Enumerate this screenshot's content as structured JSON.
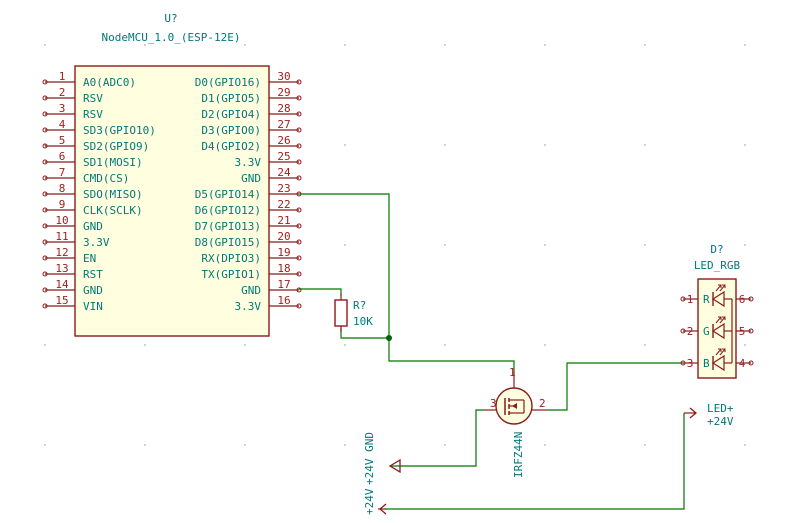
{
  "u1": {
    "ref": "U?",
    "value": "NodeMCU_1.0_(ESP-12E)",
    "left_pins": [
      {
        "num": "1",
        "name": "A0(ADC0)"
      },
      {
        "num": "2",
        "name": "RSV"
      },
      {
        "num": "3",
        "name": "RSV"
      },
      {
        "num": "4",
        "name": "SD3(GPIO10)"
      },
      {
        "num": "5",
        "name": "SD2(GPIO9)"
      },
      {
        "num": "6",
        "name": "SD1(MOSI)"
      },
      {
        "num": "7",
        "name": "CMD(CS)"
      },
      {
        "num": "8",
        "name": "SDO(MISO)"
      },
      {
        "num": "9",
        "name": "CLK(SCLK)"
      },
      {
        "num": "10",
        "name": "GND"
      },
      {
        "num": "11",
        "name": "3.3V"
      },
      {
        "num": "12",
        "name": "EN"
      },
      {
        "num": "13",
        "name": "RST"
      },
      {
        "num": "14",
        "name": "GND"
      },
      {
        "num": "15",
        "name": "VIN"
      }
    ],
    "right_pins": [
      {
        "num": "30",
        "name": "D0(GPIO16)"
      },
      {
        "num": "29",
        "name": "D1(GPIO5)"
      },
      {
        "num": "28",
        "name": "D2(GPIO4)"
      },
      {
        "num": "27",
        "name": "D3(GPIO0)"
      },
      {
        "num": "26",
        "name": "D4(GPIO2)"
      },
      {
        "num": "25",
        "name": "3.3V"
      },
      {
        "num": "24",
        "name": "GND"
      },
      {
        "num": "23",
        "name": "D5(GPIO14)"
      },
      {
        "num": "22",
        "name": "D6(GPIO12)"
      },
      {
        "num": "21",
        "name": "D7(GPIO13)"
      },
      {
        "num": "20",
        "name": "D8(GPIO15)"
      },
      {
        "num": "19",
        "name": "RX(DPIO3)"
      },
      {
        "num": "18",
        "name": "TX(GPIO1)"
      },
      {
        "num": "17",
        "name": "GND"
      },
      {
        "num": "16",
        "name": "3.3V"
      }
    ]
  },
  "resistor": {
    "ref": "R?",
    "value": "10K"
  },
  "led": {
    "ref": "D?",
    "value": "LED_RGB",
    "pins_left": [
      {
        "num": "1",
        "name": "R"
      },
      {
        "num": "2",
        "name": "G"
      },
      {
        "num": "3",
        "name": "B"
      }
    ],
    "pins_right": [
      "6",
      "5",
      "4"
    ]
  },
  "mosfet": {
    "value": "IRFZ44N",
    "pin1": "1",
    "pin2": "2",
    "pin3": "3"
  },
  "power": {
    "gnd_label": "+24V GND",
    "v24_label": "+24V",
    "ledplus_label": "LED+",
    "ledplus_sub": "+24V"
  },
  "colors": {
    "wire": "#007800",
    "symbol": "#8b1a1a",
    "fill": "#ffffe0",
    "text_ref": "#007878",
    "text_pin": "#a02020"
  }
}
